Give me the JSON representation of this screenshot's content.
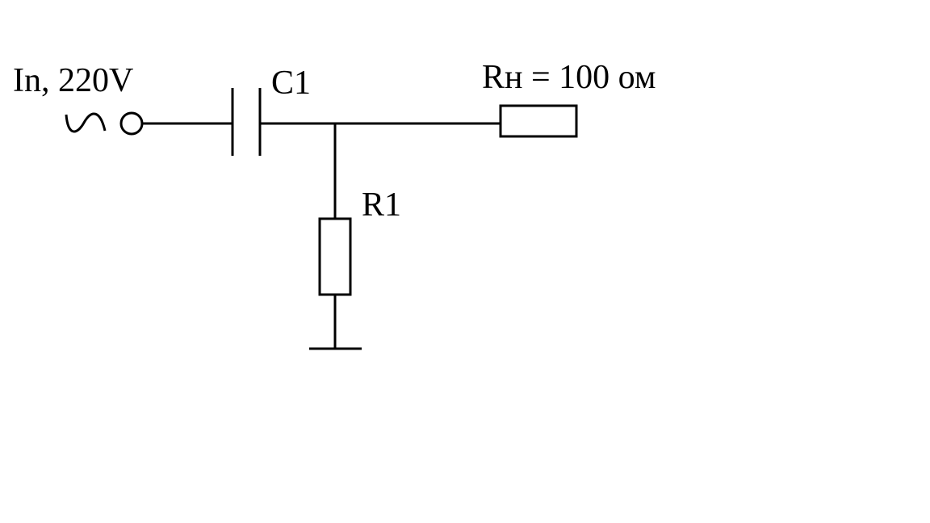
{
  "diagram": {
    "type": "circuit-schematic",
    "labels": {
      "input": "In, 220V",
      "capacitor": "C1",
      "load_resistor": "Rн = 100 ом",
      "shunt_resistor": "R1"
    },
    "components": [
      {
        "ref": "C1",
        "kind": "capacitor"
      },
      {
        "ref": "R1",
        "kind": "resistor"
      },
      {
        "ref": "Rн",
        "kind": "resistor",
        "value": "100 ом"
      }
    ],
    "symbols": [
      "ac-source-icon",
      "input-terminal-icon",
      "ground-icon"
    ],
    "colors": {
      "ink": "#000000",
      "background": "#ffffff"
    }
  }
}
